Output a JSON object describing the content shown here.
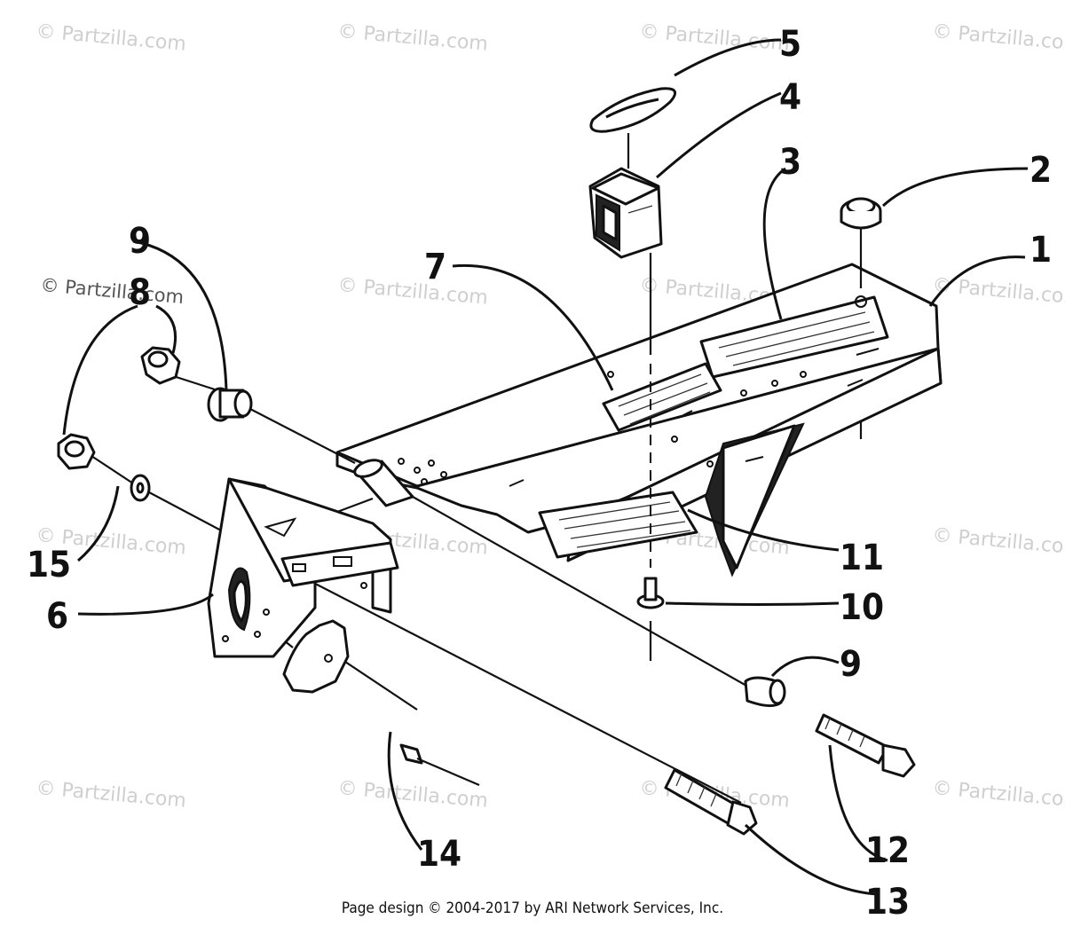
{
  "watermark": "© Partzilla.com",
  "callouts": [
    "1",
    "2",
    "3",
    "4",
    "5",
    "6",
    "7",
    "8",
    "9",
    "9",
    "10",
    "11",
    "12",
    "13",
    "14",
    "15"
  ],
  "footer": "Page design © 2004-2017 by ARI Network Services, Inc."
}
